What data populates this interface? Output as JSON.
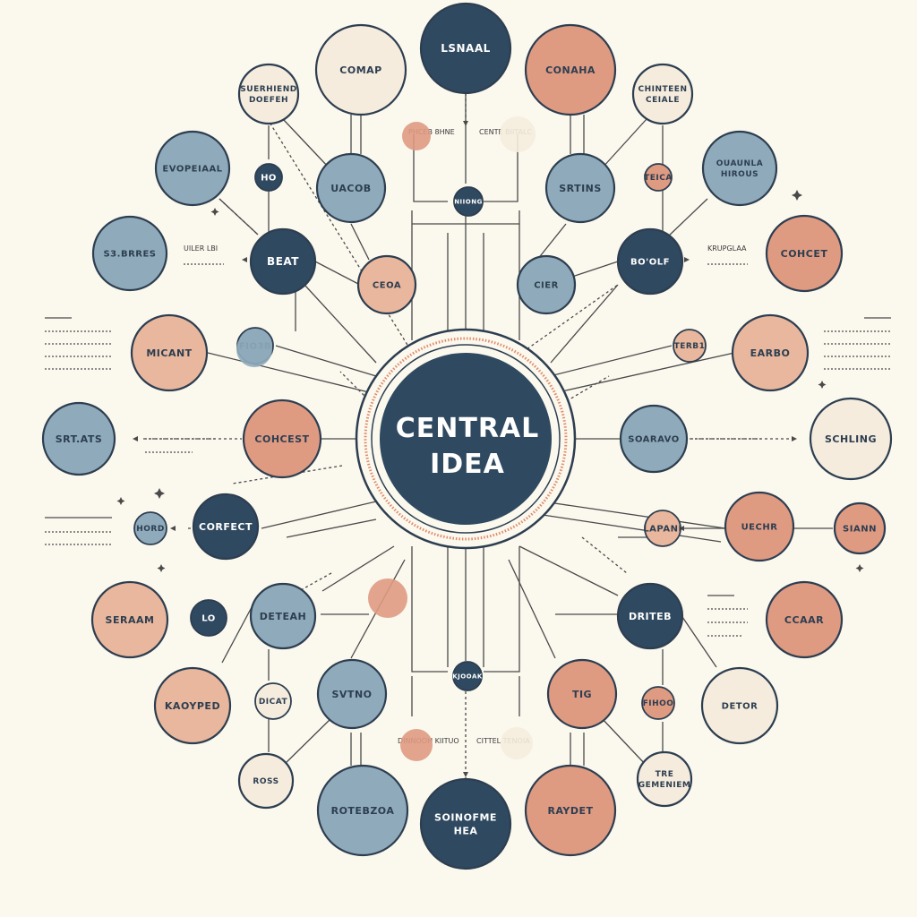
{
  "center": {
    "lines": [
      "CENTRAL",
      "IDEA"
    ]
  },
  "colors": {
    "background": "#fbf8ee",
    "navy": "#2f4960",
    "blue": "#8fabbb",
    "peach": "#e9b79d",
    "salmon": "#df9a82",
    "cream": "#f5ecdd",
    "outline": "#2d3e50",
    "line": "#4a4a4a",
    "accent": "#e08a6a"
  },
  "nodes": [
    {
      "id": "n01",
      "lines": [
        "LSNAAL"
      ],
      "color": "navy"
    },
    {
      "id": "n02",
      "lines": [
        "COMAP"
      ],
      "color": "cream"
    },
    {
      "id": "n03",
      "lines": [
        "CONAHA"
      ],
      "color": "salmon"
    },
    {
      "id": "n04",
      "lines": [
        "SUERHIEND",
        "DOEFEH"
      ],
      "color": "cream"
    },
    {
      "id": "n05",
      "lines": [
        "CHINTEEN",
        "CEIALE"
      ],
      "color": "cream"
    },
    {
      "id": "n06",
      "lines": [
        "EVOPEIAAL"
      ],
      "color": "blue"
    },
    {
      "id": "n07",
      "lines": [
        "HO"
      ],
      "color": "navy"
    },
    {
      "id": "n08",
      "lines": [
        "UACOB"
      ],
      "color": "blue"
    },
    {
      "id": "n09",
      "lines": [
        "SRTINS"
      ],
      "color": "blue"
    },
    {
      "id": "n10",
      "lines": [
        "TEICA"
      ],
      "color": "salmon"
    },
    {
      "id": "n11",
      "lines": [
        "OUAUNLA",
        "HIROUS"
      ],
      "color": "blue"
    },
    {
      "id": "n12",
      "lines": [
        "NIIONG"
      ],
      "color": "navy"
    },
    {
      "id": "n13",
      "lines": [
        "S3.BRRES"
      ],
      "color": "blue"
    },
    {
      "id": "n14",
      "lines": [
        "BEAT"
      ],
      "color": "navy"
    },
    {
      "id": "n15",
      "lines": [
        "CEOA"
      ],
      "color": "peach"
    },
    {
      "id": "n16",
      "lines": [
        "CIER"
      ],
      "color": "blue"
    },
    {
      "id": "n17",
      "lines": [
        "BO'OLF"
      ],
      "color": "navy"
    },
    {
      "id": "n18",
      "lines": [
        "COHCET"
      ],
      "color": "salmon"
    },
    {
      "id": "n19",
      "lines": [
        "MICANT"
      ],
      "color": "peach"
    },
    {
      "id": "n20",
      "lines": [
        "FIO3B"
      ],
      "color": "blue"
    },
    {
      "id": "n21",
      "lines": [
        "TERB1"
      ],
      "color": "peach"
    },
    {
      "id": "n22",
      "lines": [
        "EARBO"
      ],
      "color": "peach"
    },
    {
      "id": "n23",
      "lines": [
        "SRT.ATS"
      ],
      "color": "blue"
    },
    {
      "id": "n24",
      "lines": [
        "COHCEST"
      ],
      "color": "salmon"
    },
    {
      "id": "n25",
      "lines": [
        "SOARAVO"
      ],
      "color": "blue"
    },
    {
      "id": "n26",
      "lines": [
        "SCHLING"
      ],
      "color": "cream"
    },
    {
      "id": "n27",
      "lines": [
        "HORD"
      ],
      "color": "blue"
    },
    {
      "id": "n28",
      "lines": [
        "CORFECT"
      ],
      "color": "navy"
    },
    {
      "id": "n29",
      "lines": [
        "LAPANI"
      ],
      "color": "peach"
    },
    {
      "id": "n30",
      "lines": [
        "UECHR"
      ],
      "color": "salmon"
    },
    {
      "id": "n31",
      "lines": [
        "SIANN"
      ],
      "color": "salmon"
    },
    {
      "id": "n32",
      "lines": [
        "SERAAM"
      ],
      "color": "peach"
    },
    {
      "id": "n33",
      "lines": [
        "LO"
      ],
      "color": "navy"
    },
    {
      "id": "n34",
      "lines": [
        "DETEAH"
      ],
      "color": "blue"
    },
    {
      "id": "n35",
      "lines": [
        "DRITEB"
      ],
      "color": "navy"
    },
    {
      "id": "n36",
      "lines": [
        "CCAAR"
      ],
      "color": "salmon"
    },
    {
      "id": "n37",
      "lines": [
        "KAOYPED"
      ],
      "color": "peach"
    },
    {
      "id": "n38",
      "lines": [
        "DICAT"
      ],
      "color": "cream"
    },
    {
      "id": "n39",
      "lines": [
        "SVTNO"
      ],
      "color": "blue"
    },
    {
      "id": "n40",
      "lines": [
        "KJOOAK"
      ],
      "color": "navy"
    },
    {
      "id": "n41",
      "lines": [
        "TIG"
      ],
      "color": "salmon"
    },
    {
      "id": "n42",
      "lines": [
        "FIHOO"
      ],
      "color": "salmon"
    },
    {
      "id": "n43",
      "lines": [
        "DETOR"
      ],
      "color": "cream"
    },
    {
      "id": "n44",
      "lines": [
        "ROSS"
      ],
      "color": "cream"
    },
    {
      "id": "n45",
      "lines": [
        "ROTEBZOA"
      ],
      "color": "blue"
    },
    {
      "id": "n46",
      "lines": [
        "SOINOFME",
        "HEA"
      ],
      "color": "navy"
    },
    {
      "id": "n47",
      "lines": [
        "RAYDET"
      ],
      "color": "salmon"
    },
    {
      "id": "n48",
      "lines": [
        "TRE",
        "GEMENIEM"
      ],
      "color": "cream"
    },
    {
      "id": "n49",
      "lines": [],
      "color": "salmon"
    },
    {
      "id": "n50",
      "lines": [],
      "color": "cream"
    },
    {
      "id": "n51",
      "lines": [],
      "color": "salmon"
    },
    {
      "id": "n52",
      "lines": [],
      "color": "blue"
    },
    {
      "id": "n53",
      "lines": [],
      "color": "salmon"
    },
    {
      "id": "n54",
      "lines": [],
      "color": "cream"
    }
  ],
  "annotations": [
    {
      "id": "a01",
      "text": "PHCEB 8HNE"
    },
    {
      "id": "a02",
      "text": "CENTE BIITALC"
    },
    {
      "id": "a03",
      "text": "UILER LBI"
    },
    {
      "id": "a04",
      "text": "KRUPGLAA"
    },
    {
      "id": "a05",
      "text": "DINNOOH KIITUO"
    },
    {
      "id": "a06",
      "text": "CITTEL TENOIA"
    }
  ]
}
